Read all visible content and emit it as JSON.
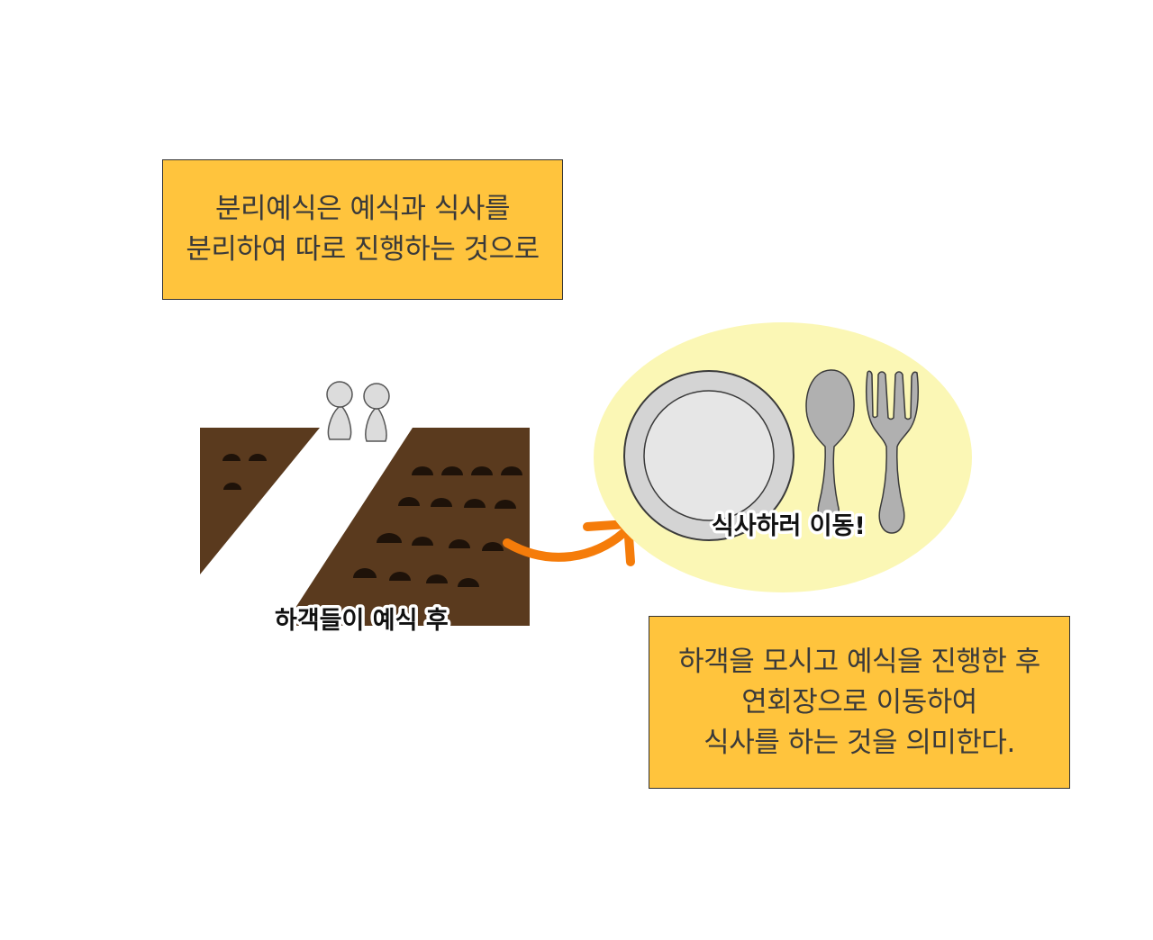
{
  "top_box": {
    "lines": [
      "분리예식은 예식과 식사를",
      "분리하여 따로 진행하는 것으로"
    ]
  },
  "bottom_box": {
    "lines": [
      "하객을 모시고 예식을 진행한 후",
      "연회장으로 이동하여",
      "식사를 하는 것을 의미한다."
    ]
  },
  "hall_caption": "하객들이 예식 후",
  "dining_caption": "식사하러 이동!",
  "icons": {
    "couple": "bride-groom-figures-icon",
    "hall": "wedding-hall-icon",
    "arrow": "curved-arrow-icon",
    "plate": "plate-icon",
    "spoon": "spoon-icon",
    "fork": "fork-icon"
  },
  "colors": {
    "box_fill": "#ffc43d",
    "hall_floor": "#5a3a1e",
    "arrow": "#f57c0a",
    "dining_glow": "#fbf7b5",
    "cutlery": "#b0b0b0"
  }
}
